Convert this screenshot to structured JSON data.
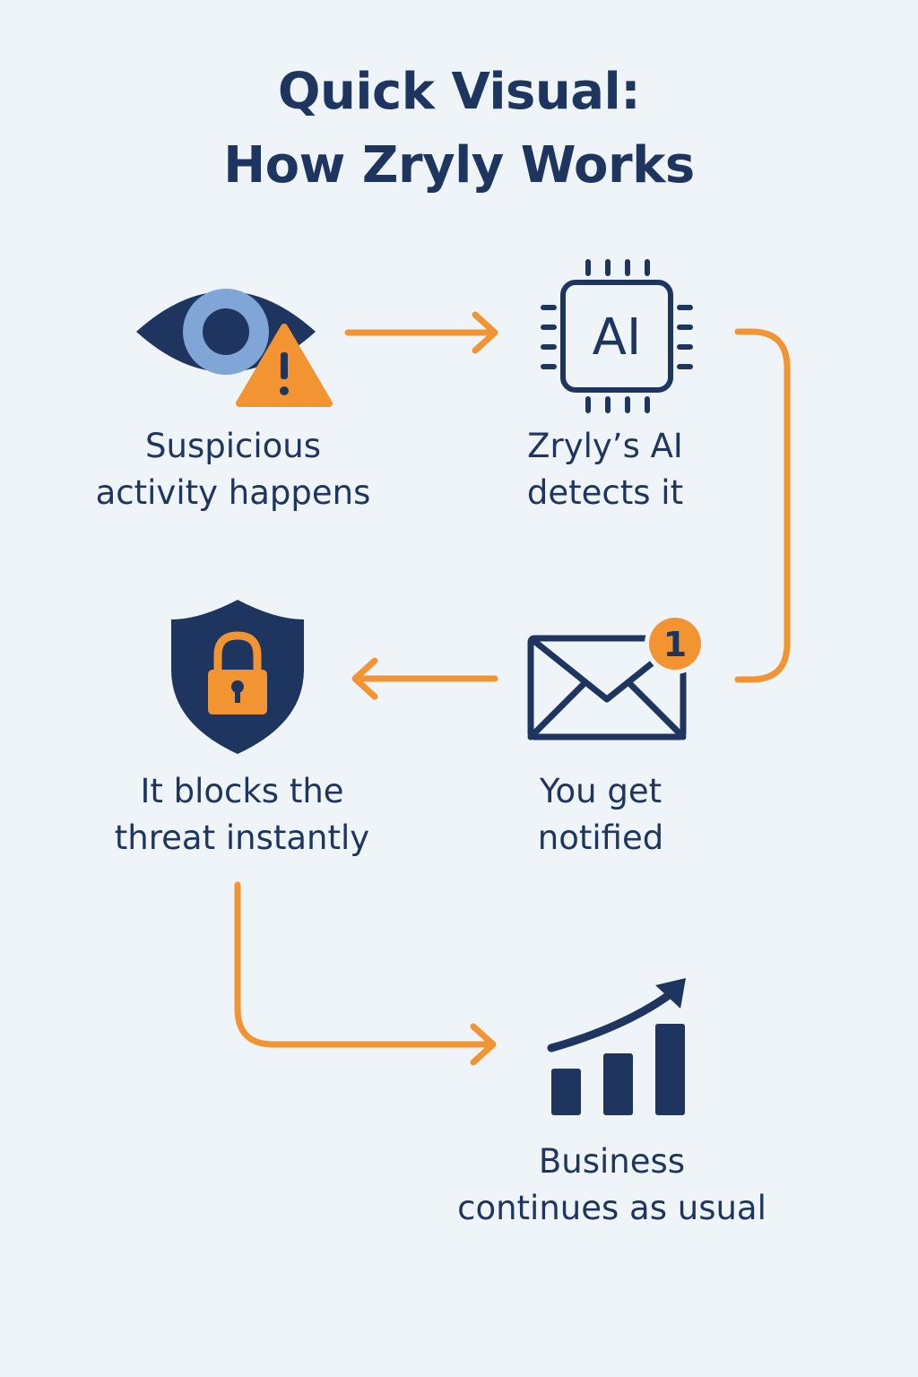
{
  "title": {
    "line1": "Quick Visual:",
    "line2": "How Zryly Works"
  },
  "colors": {
    "background": "#eef4f8",
    "navy": "#1d355f",
    "light_blue": "#7fa6d6",
    "orange": "#f39433"
  },
  "steps": [
    {
      "icon": "eye-warning-icon",
      "line1": "Suspicious",
      "line2": "activity happens"
    },
    {
      "icon": "ai-chip-icon",
      "chip_text": "AI",
      "line1": "Zryly’s AI",
      "line2": "detects it"
    },
    {
      "icon": "envelope-notification-icon",
      "badge": "1",
      "line1": "You get",
      "line2": "notified"
    },
    {
      "icon": "shield-lock-icon",
      "line1": "It blocks the",
      "line2": "threat instantly"
    },
    {
      "icon": "growth-chart-icon",
      "line1": "Business",
      "line2": "continues as usual"
    }
  ]
}
